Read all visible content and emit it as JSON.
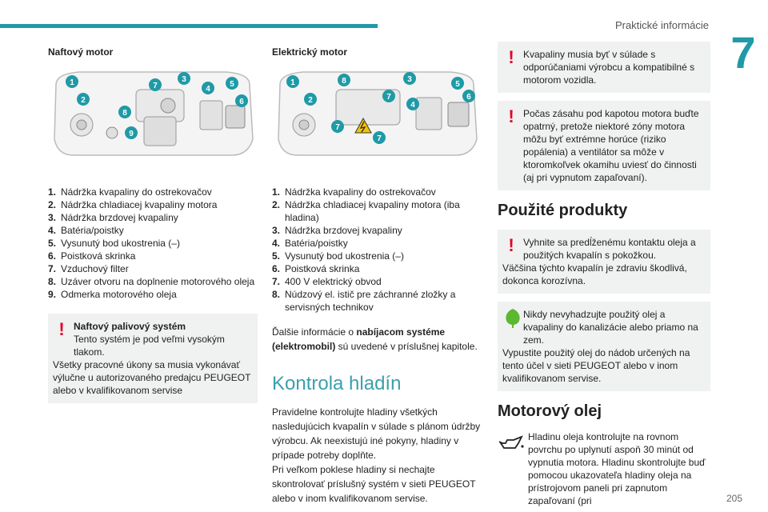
{
  "header": {
    "title": "Praktické informácie",
    "chapter": "7",
    "page": "205"
  },
  "diesel": {
    "title": "Naftový motor",
    "legend": [
      {
        "n": "1.",
        "t": "Nádržka kvapaliny do ostrekovačov"
      },
      {
        "n": "2.",
        "t": "Nádržka chladiacej kvapaliny motora"
      },
      {
        "n": "3.",
        "t": "Nádržka brzdovej kvapaliny"
      },
      {
        "n": "4.",
        "t": "Batéria/poistky"
      },
      {
        "n": "5.",
        "t": "Vysunutý bod ukostrenia (–)"
      },
      {
        "n": "6.",
        "t": "Poistková skrinka"
      },
      {
        "n": "7.",
        "t": "Vzduchový filter"
      },
      {
        "n": "8.",
        "t": "Uzáver otvoru na doplnenie motorového oleja"
      },
      {
        "n": "9.",
        "t": "Odmerka motorového oleja"
      }
    ],
    "markers": [
      "1",
      "2",
      "7",
      "3",
      "4",
      "5",
      "6",
      "8",
      "9"
    ],
    "warning": {
      "title": "Naftový palivový systém",
      "first": "Tento systém je pod veľmi vysokým tlakom.",
      "rest": "Všetky pracovné úkony sa musia vykonávať výlučne u autorizovaného predajcu PEUGEOT alebo v kvalifikovanom servise"
    }
  },
  "electric": {
    "title": "Elektrický motor",
    "legend": [
      {
        "n": "1.",
        "t": "Nádržka kvapaliny do ostrekovačov"
      },
      {
        "n": "2.",
        "t": "Nádržka chladiacej kvapaliny motora (iba hladina)"
      },
      {
        "n": "3.",
        "t": "Nádržka brzdovej kvapaliny"
      },
      {
        "n": "4.",
        "t": "Batéria/poistky"
      },
      {
        "n": "5.",
        "t": "Vysunutý bod ukostrenia (–)"
      },
      {
        "n": "6.",
        "t": "Poistková skrinka"
      },
      {
        "n": "7.",
        "t": "400 V elektrický obvod"
      },
      {
        "n": "8.",
        "t": "Núdzový el. istič pre záchranné zložky a servisných technikov"
      }
    ],
    "markers": [
      "1",
      "8",
      "3",
      "5",
      "2",
      "7",
      "4",
      "6",
      "7",
      "7"
    ],
    "more_info_pre": "Ďalšie informácie o ",
    "more_info_bold": "nabíjacom systéme (elektromobil)",
    "more_info_post": " sú uvedené v príslušnej kapitole."
  },
  "levels": {
    "title": "Kontrola hladín",
    "text1": "Pravidelne kontrolujte hladiny všetkých nasledujúcich kvapalín v súlade s plánom údržby výrobcu. Ak neexistujú iné pokyny, hladiny v prípade potreby doplňte.",
    "text2": "Pri veľkom poklese hladiny si nechajte skontrolovať príslušný systém v sieti PEUGEOT alebo v inom kvalifikovanom servise."
  },
  "notes": {
    "n1": "Kvapaliny musia byť v súlade s odporúčaniami výrobcu a kompatibilné s motorom vozidla.",
    "n2": "Počas zásahu pod kapotou motora buďte opatrný, pretože niektoré zóny motora môžu byť extrémne horúce (riziko popálenia) a ventilátor sa môže v ktoromkoľvek okamihu uviesť do činnosti (aj pri vypnutom zapaľovaní)."
  },
  "used": {
    "title": "Použité produkty",
    "warn_first": "Vyhnite sa predĺženému kontaktu oleja a použitých kvapalín s pokožkou.",
    "warn_rest": "Väčšina týchto kvapalín je zdraviu škodlivá, dokonca korozívna.",
    "eco_first": "Nikdy nevyhadzujte použitý olej a kvapaliny do kanalizácie alebo priamo na zem.",
    "eco_rest": "Vypustite použitý olej do nádob určených na tento účel v sieti PEUGEOT alebo v inom kvalifikovanom servise."
  },
  "oil": {
    "title": "Motorový olej",
    "first": "Hladinu oleja kontrolujte na rovnom povrchu po uplynutí aspoň 30 minút od vypnutia motora. Hladinu skontrolujte buď pomocou ukazovateľa hladiny oleja na prístrojovom paneli pri zapnutom zapaľovaní (pri"
  },
  "colors": {
    "accent": "#1f9aa6",
    "warning": "#e2002a",
    "eco": "#5cb82e",
    "box": "#f0f1f1"
  }
}
